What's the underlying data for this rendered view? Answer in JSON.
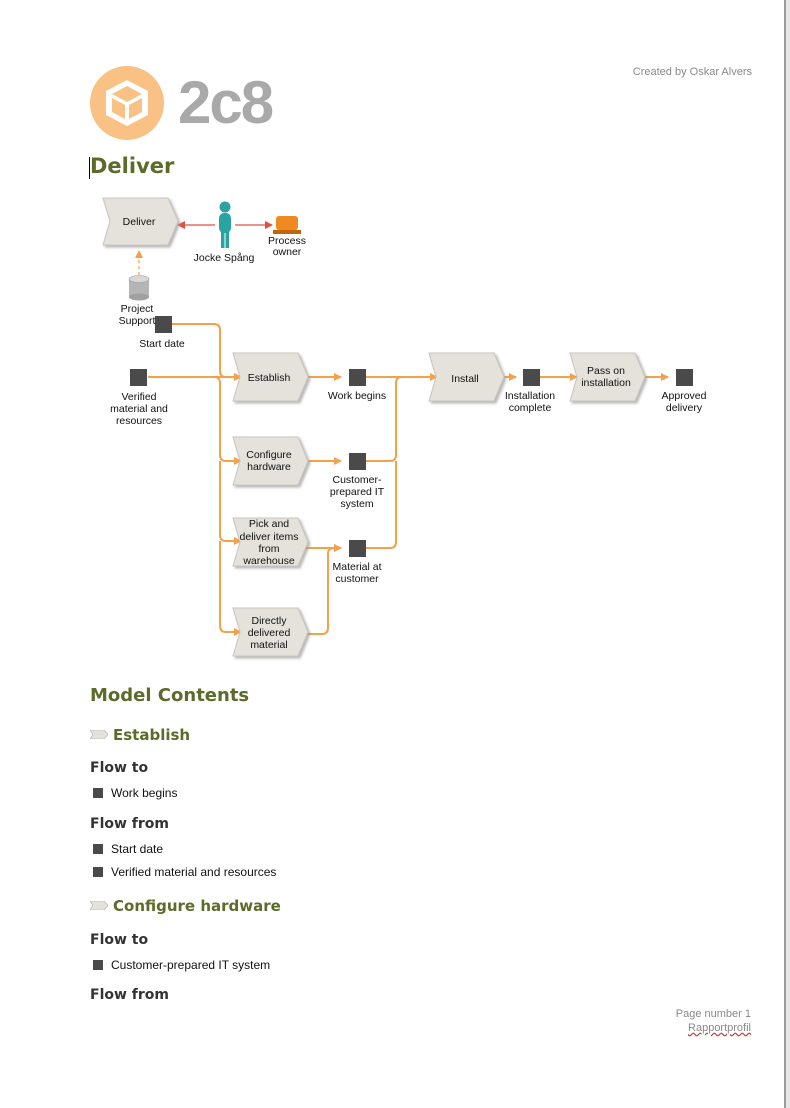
{
  "header": {
    "created_by": "Created by Oskar Alvers",
    "logo_text": "2c8"
  },
  "page_title": "Deliver",
  "diagram": {
    "deliver_process": "Deliver",
    "person": "Jocke Spång",
    "role": [
      "Process",
      "owner"
    ],
    "support": [
      "Project",
      "Support"
    ],
    "start_date": "Start date",
    "verified": [
      "Verified",
      "material and",
      "resources"
    ],
    "establish": "Establish",
    "work_begins": "Work begins",
    "configure": [
      "Configure",
      "hardware"
    ],
    "customer_it": [
      "Customer-",
      "prepared IT",
      "system"
    ],
    "pick": [
      "Pick and",
      "deliver items",
      "from",
      "warehouse"
    ],
    "material_at": [
      "Material at",
      "customer"
    ],
    "directly": [
      "Directly",
      "delivered",
      "material"
    ],
    "install": "Install",
    "install_complete": [
      "Installation",
      "complete"
    ],
    "pass_on": [
      "Pass on",
      "installation"
    ],
    "approved": [
      "Approved",
      "delivery"
    ]
  },
  "model_contents": {
    "heading": "Model Contents",
    "sections": [
      {
        "title": "Establish",
        "flow_to_label": "Flow to",
        "flow_to": [
          "Work begins"
        ],
        "flow_from_label": "Flow from",
        "flow_from": [
          "Start date",
          "Verified material and resources"
        ]
      },
      {
        "title": "Configure hardware",
        "flow_to_label": "Flow to",
        "flow_to": [
          "Customer-prepared IT system"
        ],
        "flow_from_label": "Flow from"
      }
    ]
  },
  "footer": {
    "page_number": "Page number 1",
    "profile": "Rapportprofil"
  },
  "colors": {
    "accent": "#5a6b2a",
    "arrow": "#f5a04a",
    "logo": "#f9c183",
    "event": "#4a4a4a"
  }
}
